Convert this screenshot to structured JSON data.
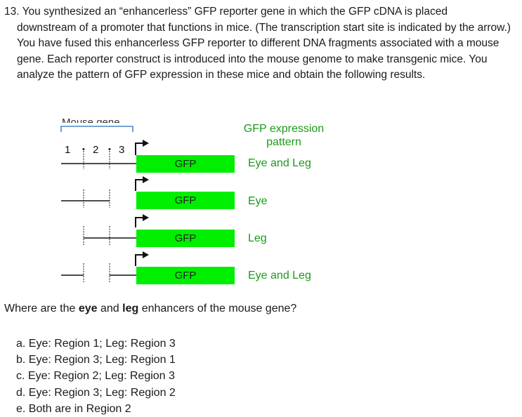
{
  "question": {
    "line1": "13. You synthesized an “enhancerless” GFP reporter gene in which the GFP cDNA is placed",
    "rest": "downstream of a promoter that functions in mice. (The transcription start site is indicated by the arrow.) You have fused this enhancerless GFP reporter to different DNA fragments associated with a mouse gene. Each reporter construct is introduced into the mouse genome to make transgenic mice. You analyze the pattern of GFP expression in these mice and obtain the following results."
  },
  "diagram": {
    "cutoff_label": "Mouse gene",
    "regions": [
      "1",
      "2",
      "3"
    ],
    "header": [
      "GFP expression",
      "pattern"
    ],
    "box_label": "GFP",
    "patterns": [
      "Eye and Leg",
      "Eye",
      "Leg",
      "Eye and Leg"
    ],
    "colors": {
      "gfp": "#00ee00",
      "bracket": "#4a86c8",
      "pattern_text": "#1a9a1a"
    }
  },
  "prompt": {
    "pre": "Where are the ",
    "b1": "eye",
    "mid": " and ",
    "b2": "leg",
    "post": " enhancers of the mouse gene?"
  },
  "choices": [
    "a. Eye: Region 1; Leg: Region 3",
    "b. Eye: Region 3; Leg: Region 1",
    "c. Eye: Region 2; Leg: Region 3",
    "d. Eye: Region 3; Leg: Region 2",
    "e. Both are in Region 2"
  ]
}
